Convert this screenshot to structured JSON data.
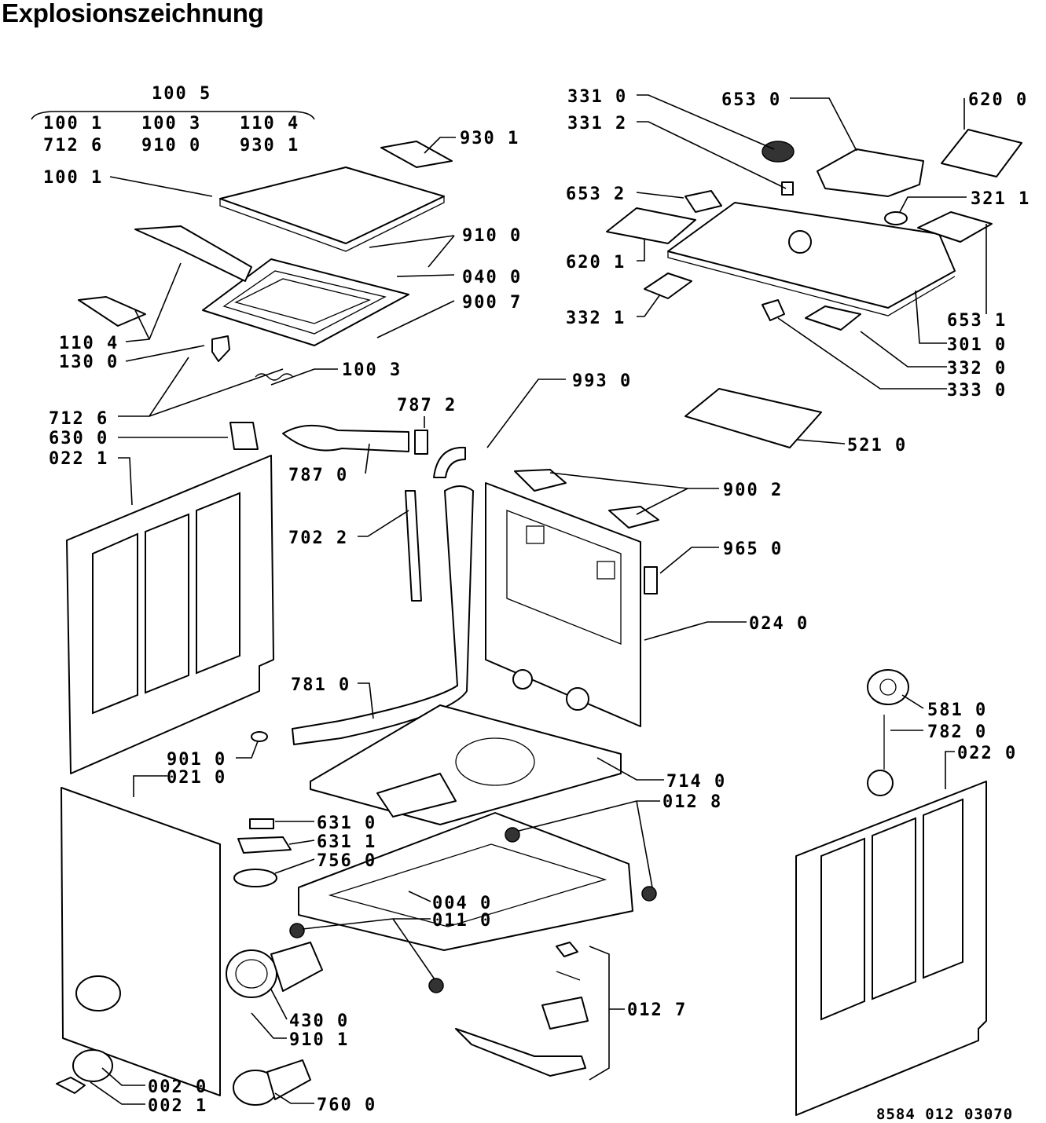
{
  "title": "Explosionszeichnung",
  "drawing_number": "8584 012 03070",
  "kit_labels": {
    "kit_1005": "100 5",
    "row1": [
      "100 1",
      "100 3",
      "110 4"
    ],
    "row2": [
      "712 6",
      "910 0",
      "930 1"
    ]
  },
  "part_labels": [
    {
      "id": "p9301a",
      "text": "930 1"
    },
    {
      "id": "p1001",
      "text": "100 1"
    },
    {
      "id": "p9100",
      "text": "910 0"
    },
    {
      "id": "p0400",
      "text": "040 0"
    },
    {
      "id": "p9007",
      "text": "900 7"
    },
    {
      "id": "p1104",
      "text": "110 4"
    },
    {
      "id": "p1300",
      "text": "130 0"
    },
    {
      "id": "p1003",
      "text": "100 3"
    },
    {
      "id": "p7126",
      "text": "712 6"
    },
    {
      "id": "p6300",
      "text": "630 0"
    },
    {
      "id": "p0221",
      "text": "022 1"
    },
    {
      "id": "p7872",
      "text": "787 2"
    },
    {
      "id": "p7870",
      "text": "787 0"
    },
    {
      "id": "p7022",
      "text": "702 2"
    },
    {
      "id": "p9930",
      "text": "993 0"
    },
    {
      "id": "p3310",
      "text": "331 0"
    },
    {
      "id": "p3312",
      "text": "331 2"
    },
    {
      "id": "p6530",
      "text": "653 0"
    },
    {
      "id": "p6200",
      "text": "620 0"
    },
    {
      "id": "p6532",
      "text": "653 2"
    },
    {
      "id": "p3211",
      "text": "321 1"
    },
    {
      "id": "p6201",
      "text": "620 1"
    },
    {
      "id": "p3321",
      "text": "332 1"
    },
    {
      "id": "p6531",
      "text": "653 1"
    },
    {
      "id": "p3010",
      "text": "301 0"
    },
    {
      "id": "p3320",
      "text": "332 0"
    },
    {
      "id": "p3330",
      "text": "333 0"
    },
    {
      "id": "p5210",
      "text": "521 0"
    },
    {
      "id": "p9002",
      "text": "900 2"
    },
    {
      "id": "p9650",
      "text": "965 0"
    },
    {
      "id": "p0240",
      "text": "024 0"
    },
    {
      "id": "p7810",
      "text": "781 0"
    },
    {
      "id": "p9010",
      "text": "901 0"
    },
    {
      "id": "p0210",
      "text": "021 0"
    },
    {
      "id": "p7140",
      "text": "714 0"
    },
    {
      "id": "p0128",
      "text": "012 8"
    },
    {
      "id": "p5810",
      "text": "581 0"
    },
    {
      "id": "p7820",
      "text": "782 0"
    },
    {
      "id": "p0220",
      "text": "022 0"
    },
    {
      "id": "p6310",
      "text": "631 0"
    },
    {
      "id": "p6311",
      "text": "631 1"
    },
    {
      "id": "p7560",
      "text": "756 0"
    },
    {
      "id": "p0040",
      "text": "004 0"
    },
    {
      "id": "p0110",
      "text": "011 0"
    },
    {
      "id": "p0127",
      "text": "012 7"
    },
    {
      "id": "p4300",
      "text": "430 0"
    },
    {
      "id": "p9101",
      "text": "910 1"
    },
    {
      "id": "p0020",
      "text": "002 0"
    },
    {
      "id": "p0021",
      "text": "002 1"
    },
    {
      "id": "p7600",
      "text": "760 0"
    }
  ]
}
